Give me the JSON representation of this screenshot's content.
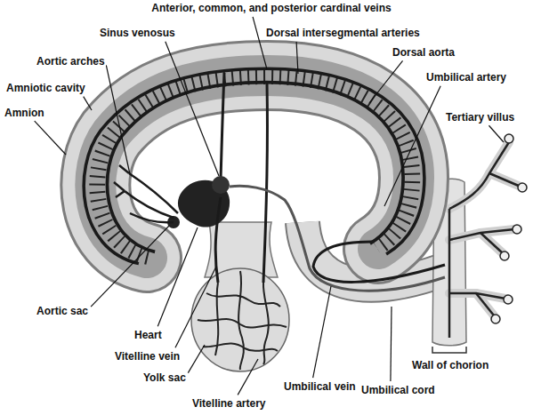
{
  "diagram": {
    "labels": [
      "Anterior, common, and posterior cardinal veins",
      "Sinus venosus",
      "Dorsal intersegmental arteries",
      "Dorsal aorta",
      "Aortic arches",
      "Umbilical artery",
      "Amniotic cavity",
      "Amnion",
      "Tertiary villus",
      "Aortic sac",
      "Heart",
      "Vitelline vein",
      "Yolk sac",
      "Umbilical vein",
      "Umbilical cord",
      "Wall of chorion",
      "Vitelline artery"
    ]
  }
}
